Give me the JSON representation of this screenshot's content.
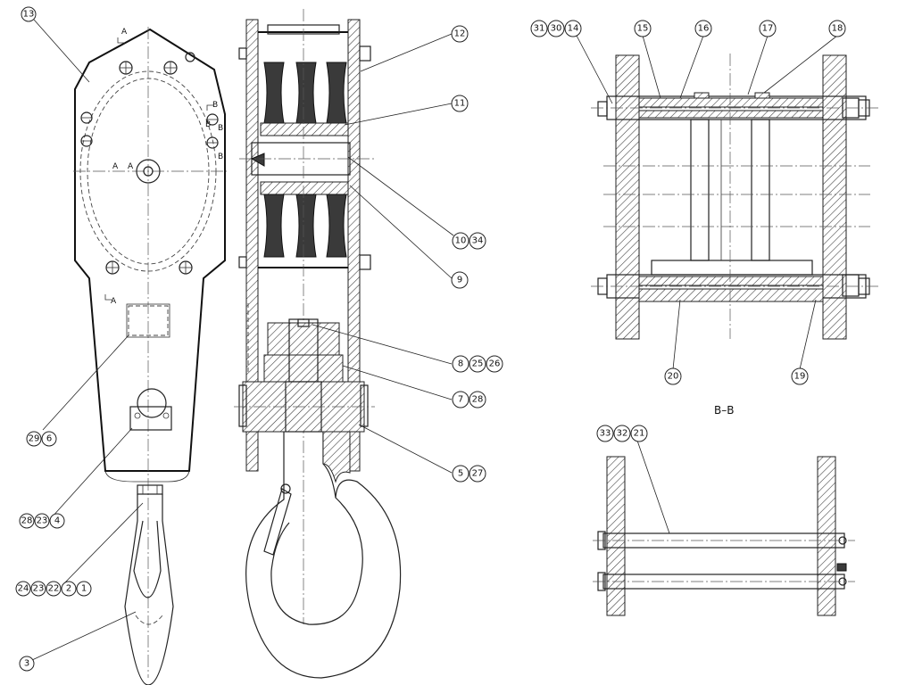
{
  "callouts": [
    {
      "id": "c13",
      "labels": [
        "13"
      ]
    },
    {
      "id": "c12",
      "labels": [
        "12"
      ]
    },
    {
      "id": "c11",
      "labels": [
        "11"
      ]
    },
    {
      "id": "c10_34",
      "labels": [
        "10",
        "34"
      ]
    },
    {
      "id": "c9",
      "labels": [
        "9"
      ]
    },
    {
      "id": "c8_25_26",
      "labels": [
        "8",
        "25",
        "26"
      ]
    },
    {
      "id": "c7_28",
      "labels": [
        "7",
        "28"
      ]
    },
    {
      "id": "c5_27",
      "labels": [
        "5",
        "27"
      ]
    },
    {
      "id": "c29_6",
      "labels": [
        "29",
        "6"
      ]
    },
    {
      "id": "c28_23_4",
      "labels": [
        "28",
        "23",
        "4"
      ]
    },
    {
      "id": "c24_23_22_2_1",
      "labels": [
        "24",
        "23",
        "22",
        "2",
        "1"
      ]
    },
    {
      "id": "c3",
      "labels": [
        "3"
      ]
    },
    {
      "id": "c31_30_14",
      "labels": [
        "31",
        "30",
        "14"
      ]
    },
    {
      "id": "c15",
      "labels": [
        "15"
      ]
    },
    {
      "id": "c16",
      "labels": [
        "16"
      ]
    },
    {
      "id": "c17",
      "labels": [
        "17"
      ]
    },
    {
      "id": "c18",
      "labels": [
        "18"
      ]
    },
    {
      "id": "c20",
      "labels": [
        "20"
      ]
    },
    {
      "id": "c19",
      "labels": [
        "19"
      ]
    },
    {
      "id": "c33_32_21",
      "labels": [
        "33",
        "32",
        "21"
      ]
    }
  ],
  "section_title": "B–B",
  "view_marks": {
    "a_top": "A",
    "a_mid_left": "A",
    "a_mid_right": "A",
    "a_lower": "A",
    "b1": "B",
    "b2": "B",
    "b3": "B",
    "b4": "B"
  }
}
